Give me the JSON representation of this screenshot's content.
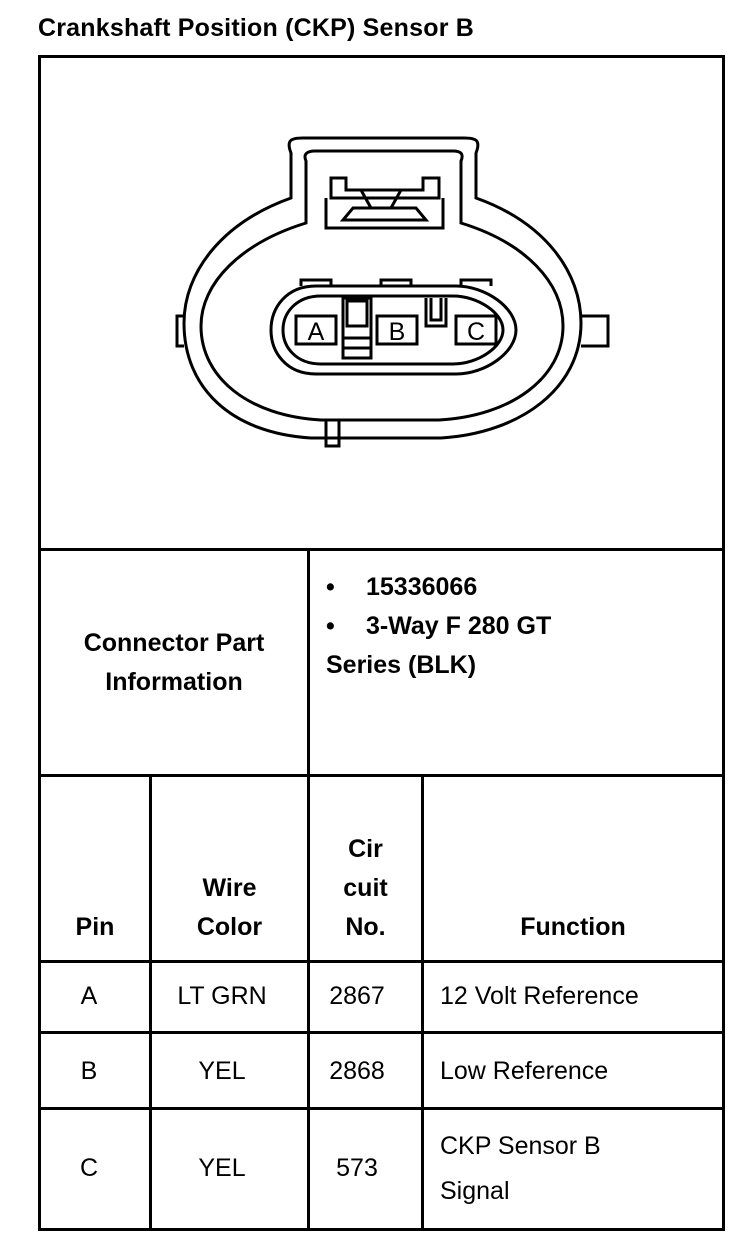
{
  "title": "Crankshaft Position (CKP) Sensor B",
  "connector": {
    "pin_labels": [
      "A",
      "B",
      "C"
    ]
  },
  "part_info": {
    "label_line1": "Connector Part",
    "label_line2": "Information",
    "bullet_symbol": "•",
    "part_number": "15336066",
    "description_line1": "3-Way F 280 GT",
    "description_line2": "Series (BLK)"
  },
  "table": {
    "headers": {
      "pin": "Pin",
      "wire_color_1": "Wire",
      "wire_color_2": "Color",
      "circuit_1": "Cir",
      "circuit_2": "cuit",
      "circuit_3": "No.",
      "function": "Function"
    },
    "rows": [
      {
        "pin": "A",
        "wire_color": "LT GRN",
        "circuit": "2867",
        "function_1": "12 Volt Reference",
        "function_2": ""
      },
      {
        "pin": "B",
        "wire_color": "YEL",
        "circuit": "2868",
        "function_1": "Low Reference",
        "function_2": ""
      },
      {
        "pin": "C",
        "wire_color": "YEL",
        "circuit": "573",
        "function_1": "CKP Sensor B",
        "function_2": "Signal"
      }
    ]
  }
}
